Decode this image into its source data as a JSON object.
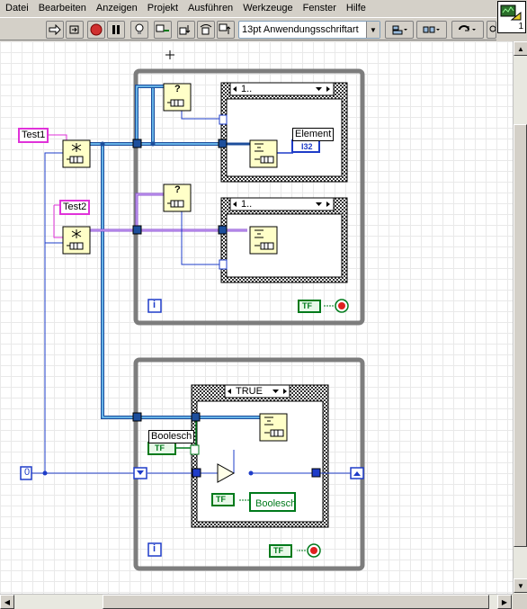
{
  "menu": [
    "Datei",
    "Bearbeiten",
    "Anzeigen",
    "Projekt",
    "Ausführen",
    "Werkzeuge",
    "Fenster",
    "Hilfe"
  ],
  "toolbar": {
    "font": "13pt Anwendungsschriftart",
    "icons": [
      "run-arrow-icon",
      "run-continuous-icon",
      "abort-icon",
      "pause-icon",
      "highlight-bulb-icon",
      "retain-values-icon",
      "step-into-icon",
      "step-over-icon",
      "step-out-icon",
      "align-icon",
      "distribute-icon",
      "reorder-icon",
      "search-icon"
    ]
  },
  "vi_icon": {
    "number": "1"
  },
  "diagram": {
    "labels": {
      "test1": "Test1",
      "test2": "Test2",
      "element": "Element",
      "i32": "I32",
      "boolesch": "Boolesch",
      "boolesch_indicator": "Boolesch",
      "const_zero": "0",
      "case1_selector": "1..",
      "case2_selector": "1..",
      "case3_selector": "TRUE",
      "iteration": "i",
      "tf": "TF",
      "q": "?"
    },
    "colors": {
      "queue_wire": "#1c4e9c",
      "queue_wire_inner": "#7ed4ff",
      "int_wire": "#1e3cc8",
      "bool_wire": "#007a1b",
      "string_wire": "#e032d9",
      "cluster_wire": "#8a4fd0",
      "structure_gray": "#7d7d7d"
    }
  }
}
